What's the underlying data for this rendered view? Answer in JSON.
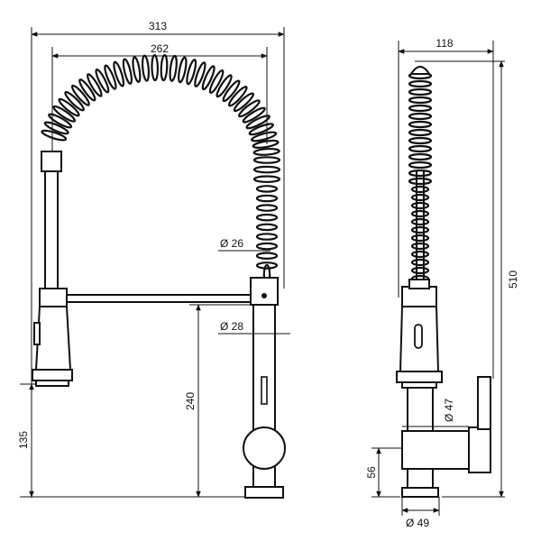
{
  "drawing": {
    "front_view": {
      "dim_overall_width": "313",
      "dim_spring_width": "262",
      "dim_hose_diameter": "Ø 26",
      "dim_body_diameter": "Ø 28",
      "dim_spout_height": "240",
      "dim_head_height": "135"
    },
    "side_view": {
      "dim_depth": "118",
      "dim_total_height": "510",
      "dim_lever_diameter": "Ø 47",
      "dim_base_height": "56",
      "dim_base_diameter": "Ø 49"
    }
  }
}
